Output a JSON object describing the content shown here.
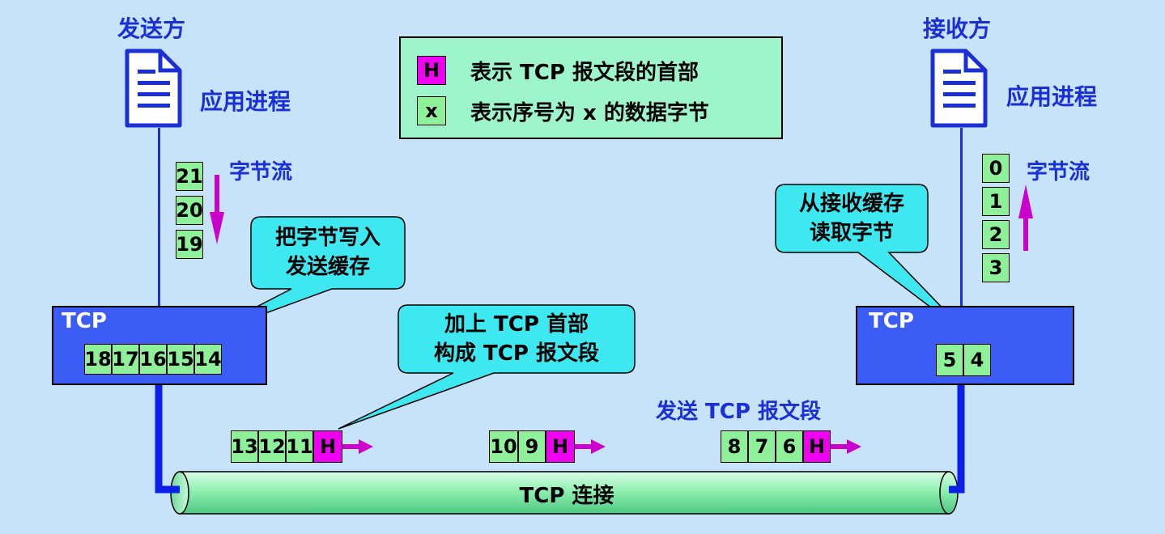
{
  "sender": {
    "title": "发送方",
    "process": "应用进程",
    "stream": "字节流",
    "stream_bytes": [
      "21",
      "20",
      "19"
    ],
    "tcp": "TCP",
    "buffer": [
      "18",
      "17",
      "16",
      "15",
      "14"
    ]
  },
  "receiver": {
    "title": "接收方",
    "process": "应用进程",
    "stream": "字节流",
    "stream_bytes": [
      "0",
      "1",
      "2",
      "3"
    ],
    "tcp": "TCP",
    "buffer": [
      "5",
      "4"
    ]
  },
  "legend": {
    "h_symbol": "H",
    "h_text": "表示 TCP 报文段的首部",
    "x_symbol": "x",
    "x_text": "表示序号为 x 的数据字节"
  },
  "callouts": {
    "write": [
      "把字节写入",
      "发送缓存"
    ],
    "header": [
      "加上 TCP 首部",
      "构成 TCP 报文段"
    ],
    "read": [
      "从接收缓存",
      "读取字节"
    ]
  },
  "send_label": "发送 TCP 报文段",
  "connection_label": "TCP 连接",
  "segments": [
    {
      "bytes": [
        "13",
        "12",
        "11"
      ],
      "header": "H"
    },
    {
      "bytes": [
        "10",
        "9"
      ],
      "header": "H"
    },
    {
      "bytes": [
        "8",
        "7",
        "6"
      ],
      "header": "H"
    }
  ],
  "colors": {
    "background": "#c6e3fa",
    "byte": "#8ff09a",
    "header": "#f000f0",
    "tcp_box": "#3b5cf5",
    "bubble": "#3ee8f0",
    "pipe": "#8ff0b0"
  }
}
